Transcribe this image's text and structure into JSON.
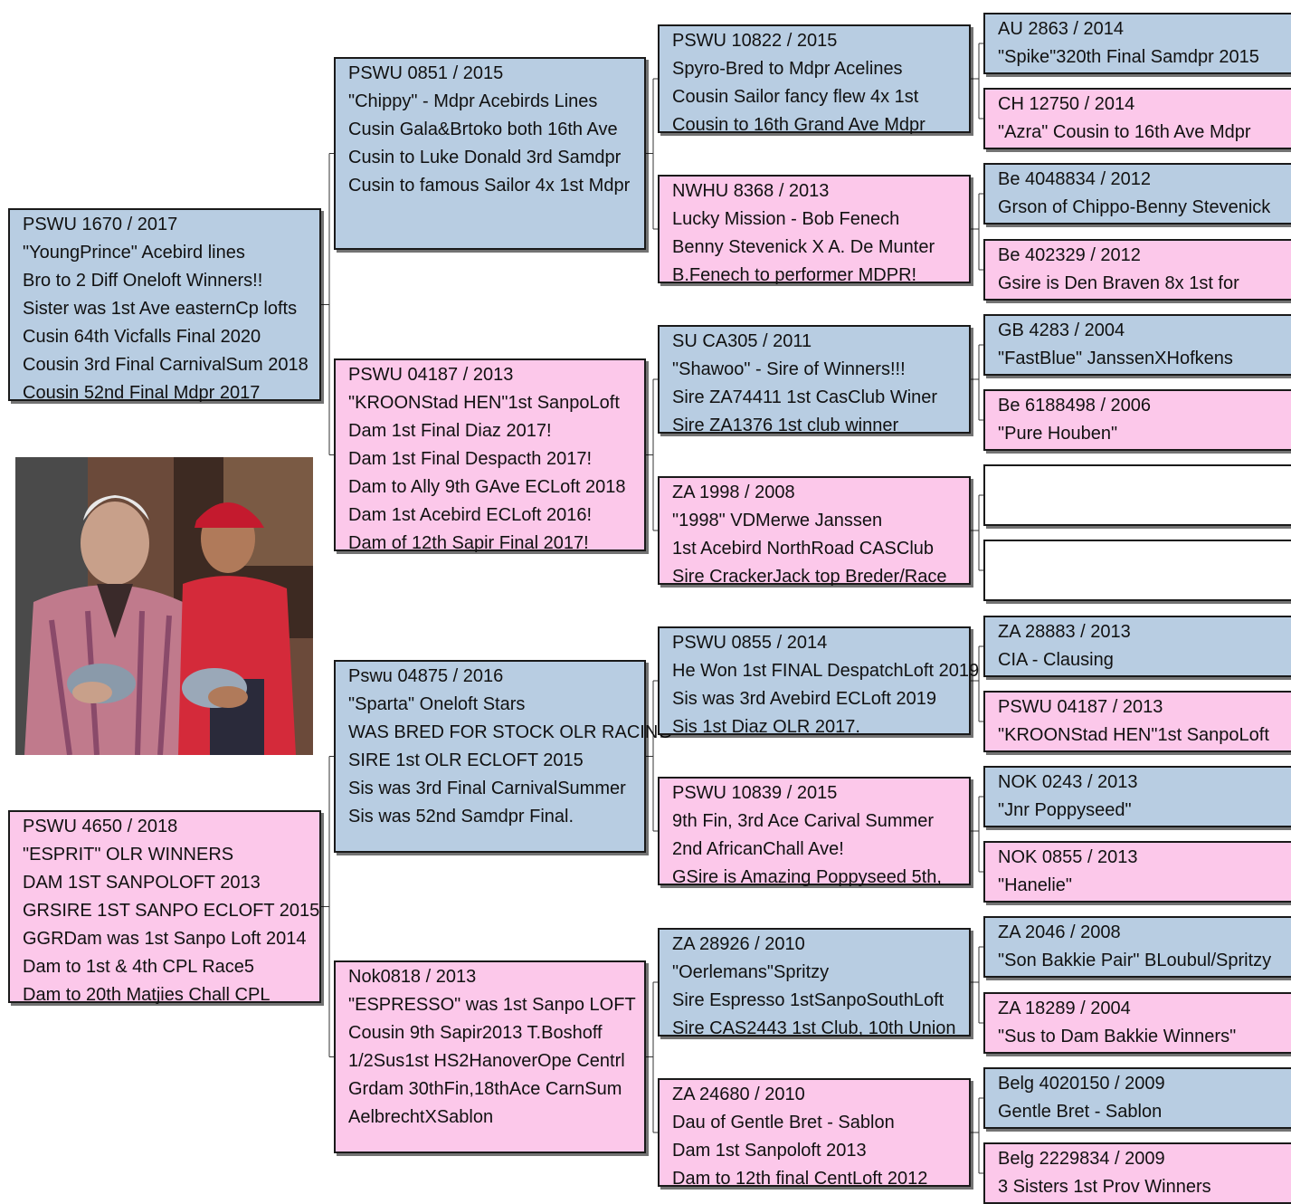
{
  "colors": {
    "male": "#b8cde2",
    "female": "#fcc8ea",
    "empty": "#ffffff",
    "border": "#1a1a1a"
  },
  "photo": {
    "description_icon": "two-men-holding-pigeons-photo"
  },
  "subject": [
    {
      "lines": [
        "PSWU 1670 / 2017",
        "\"YoungPrince\" Acebird lines",
        "Bro to 2 Diff Oneloft Winners!!",
        "Sister was 1st Ave easternCp lofts",
        "Cusin 64th Vicfalls Final 2020",
        "Cousin 3rd Final CarnivalSum 2018",
        "Cousin 52nd Final Mdpr 2017"
      ]
    },
    {
      "lines": [
        "PSWU 4650 / 2018",
        "\"ESPRIT\" OLR WINNERS",
        "DAM 1ST SANPOLOFT 2013",
        "GRSIRE 1ST SANPO ECLOFT 2015",
        "GGRDam was 1st Sanpo Loft 2014",
        "Dam to 1st & 4th CPL Race5",
        "Dam to 20th Matjies Chall CPL"
      ]
    }
  ],
  "parents": [
    {
      "lines": [
        "PSWU 0851 / 2015",
        "\"Chippy\" -  Mdpr Acebirds Lines",
        "Cusin Gala&Brtoko both 16th Ave",
        "Cusin to Luke Donald 3rd Samdpr",
        "Cusin to famous Sailor 4x 1st Mdpr"
      ]
    },
    {
      "lines": [
        "PSWU 04187 / 2013",
        "\"KROONStad HEN\"1st SanpoLoft",
        "Dam 1st Final Diaz 2017!",
        "Dam 1st Final Despacth 2017!",
        "Dam to Ally 9th GAve ECLoft 2018",
        "Dam 1st Acebird ECLoft 2016!",
        "Dam of 12th Sapir Final 2017!"
      ]
    },
    {
      "lines": [
        "Pswu 04875 / 2016",
        "\"Sparta\" Oneloft Stars",
        "WAS BRED FOR STOCK OLR RACING",
        "SIRE 1st OLR ECLOFT 2015",
        "Sis was 3rd Final CarnivalSummer",
        "Sis was 52nd Samdpr Final."
      ]
    },
    {
      "lines": [
        "Nok0818 / 2013",
        "\"ESPRESSO\" was 1st Sanpo LOFT",
        "Cousin 9th Sapir2013 T.Boshoff",
        "1/2Sus1st HS2HanoverOpe Centrl",
        "Grdam 30thFin,18thAce CarnSum",
        "AelbrechtXSablon"
      ]
    }
  ],
  "grandparents": [
    {
      "lines": [
        "PSWU 10822 / 2015",
        "Spyro-Bred to Mdpr Acelines",
        "Cousin Sailor fancy flew 4x 1st",
        "Cousin to 16th Grand Ave Mdpr"
      ]
    },
    {
      "lines": [
        "NWHU 8368 / 2013",
        "Lucky Mission - Bob Fenech",
        "Benny Stevenick X A. De Munter",
        "B.Fenech to performer MDPR!"
      ]
    },
    {
      "lines": [
        "SU CA305 / 2011",
        "\"Shawoo\" - Sire of Winners!!!",
        "Sire ZA74411 1st CasClub Winer",
        "Sire ZA1376 1st club winner"
      ]
    },
    {
      "lines": [
        "ZA 1998 / 2008",
        "\"1998\" VDMerwe Janssen",
        "1st Acebird NorthRoad CASClub",
        "Sire CrackerJack top Breder/Race"
      ]
    },
    {
      "lines": [
        "PSWU 0855 / 2014",
        "He Won 1st FINAL DespatchLoft 2019",
        "Sis was 3rd Avebird ECLoft 2019",
        "Sis 1st Diaz OLR 2017."
      ]
    },
    {
      "lines": [
        "PSWU 10839 / 2015",
        "9th Fin, 3rd Ace Carival Summer",
        "2nd AfricanChall Ave!",
        "GSire is Amazing Poppyseed 5th,"
      ]
    },
    {
      "lines": [
        "ZA 28926 / 2010",
        "\"Oerlemans\"Spritzy",
        "Sire Espresso 1stSanpoSouthLoft",
        "Sire CAS2443 1st Club, 10th Union"
      ]
    },
    {
      "lines": [
        "ZA 24680 / 2010",
        "Dau of Gentle Bret - Sablon",
        "Dam 1st Sanpoloft 2013",
        "Dam to 12th final CentLoft 2012"
      ]
    }
  ],
  "great_grandparents": [
    {
      "lines": [
        "AU 2863 / 2014",
        "\"Spike\"320th Final Samdpr 2015"
      ]
    },
    {
      "lines": [
        "CH 12750 / 2014",
        "\"Azra\" Cousin to 16th Ave Mdpr"
      ]
    },
    {
      "lines": [
        "Be 4048834 / 2012",
        "Grson of Chippo-Benny Stevenick"
      ]
    },
    {
      "lines": [
        "Be 402329 / 2012",
        "Gsire is Den Braven 8x 1st for"
      ]
    },
    {
      "lines": [
        "GB 4283 / 2004",
        "\"FastBlue\" JanssenXHofkens"
      ]
    },
    {
      "lines": [
        "Be 6188498 / 2006",
        "\"Pure Houben\""
      ]
    },
    {
      "lines": []
    },
    {
      "lines": []
    },
    {
      "lines": [
        "ZA 28883 / 2013",
        "CIA - Clausing"
      ]
    },
    {
      "lines": [
        "PSWU 04187 / 2013",
        "\"KROONStad HEN\"1st SanpoLoft"
      ]
    },
    {
      "lines": [
        "NOK 0243 / 2013",
        "\"Jnr Poppyseed\""
      ]
    },
    {
      "lines": [
        "NOK 0855 / 2013",
        "\"Hanelie\""
      ]
    },
    {
      "lines": [
        "ZA 2046 / 2008",
        "\"Son Bakkie Pair\" BLoubul/Spritzy"
      ]
    },
    {
      "lines": [
        "ZA 18289 / 2004",
        "\"Sus to Dam Bakkie Winners\""
      ]
    },
    {
      "lines": [
        "Belg 4020150 / 2009",
        "Gentle Bret - Sablon"
      ]
    },
    {
      "lines": [
        "Belg 2229834 / 2009",
        "3 Sisters 1st Prov Winners"
      ]
    }
  ]
}
